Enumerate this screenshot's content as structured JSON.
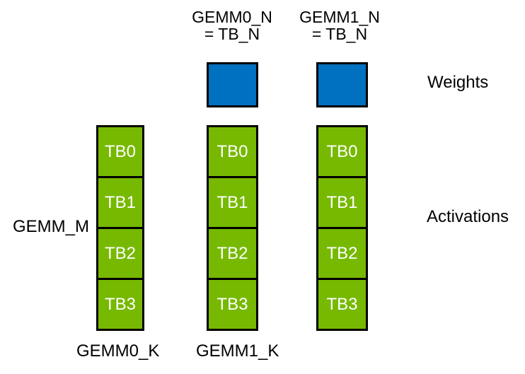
{
  "header": {
    "gemm0": {
      "line1": "GEMM0_N",
      "line2": "= TB_N"
    },
    "gemm1": {
      "line1": "GEMM1_N",
      "line2": "= TB_N"
    }
  },
  "labels": {
    "weights": "Weights",
    "activations": "Activations",
    "gemm_m": "GEMM_M",
    "gemm0_k": "GEMM0_K",
    "gemm1_k": "GEMM1_K"
  },
  "columns": [
    {
      "id": "gemm0-input",
      "cells": [
        "TB0",
        "TB1",
        "TB2",
        "TB3"
      ]
    },
    {
      "id": "gemm0-output",
      "cells": [
        "TB0",
        "TB1",
        "TB2",
        "TB3"
      ]
    },
    {
      "id": "gemm1-output",
      "cells": [
        "TB0",
        "TB1",
        "TB2",
        "TB3"
      ]
    }
  ],
  "colors": {
    "tile_green": "#76B900",
    "weight_blue": "#0070C0",
    "border": "#000000",
    "background": "#FFFFFF",
    "tb_text": "#FFFFFF",
    "label_text": "#000000"
  }
}
